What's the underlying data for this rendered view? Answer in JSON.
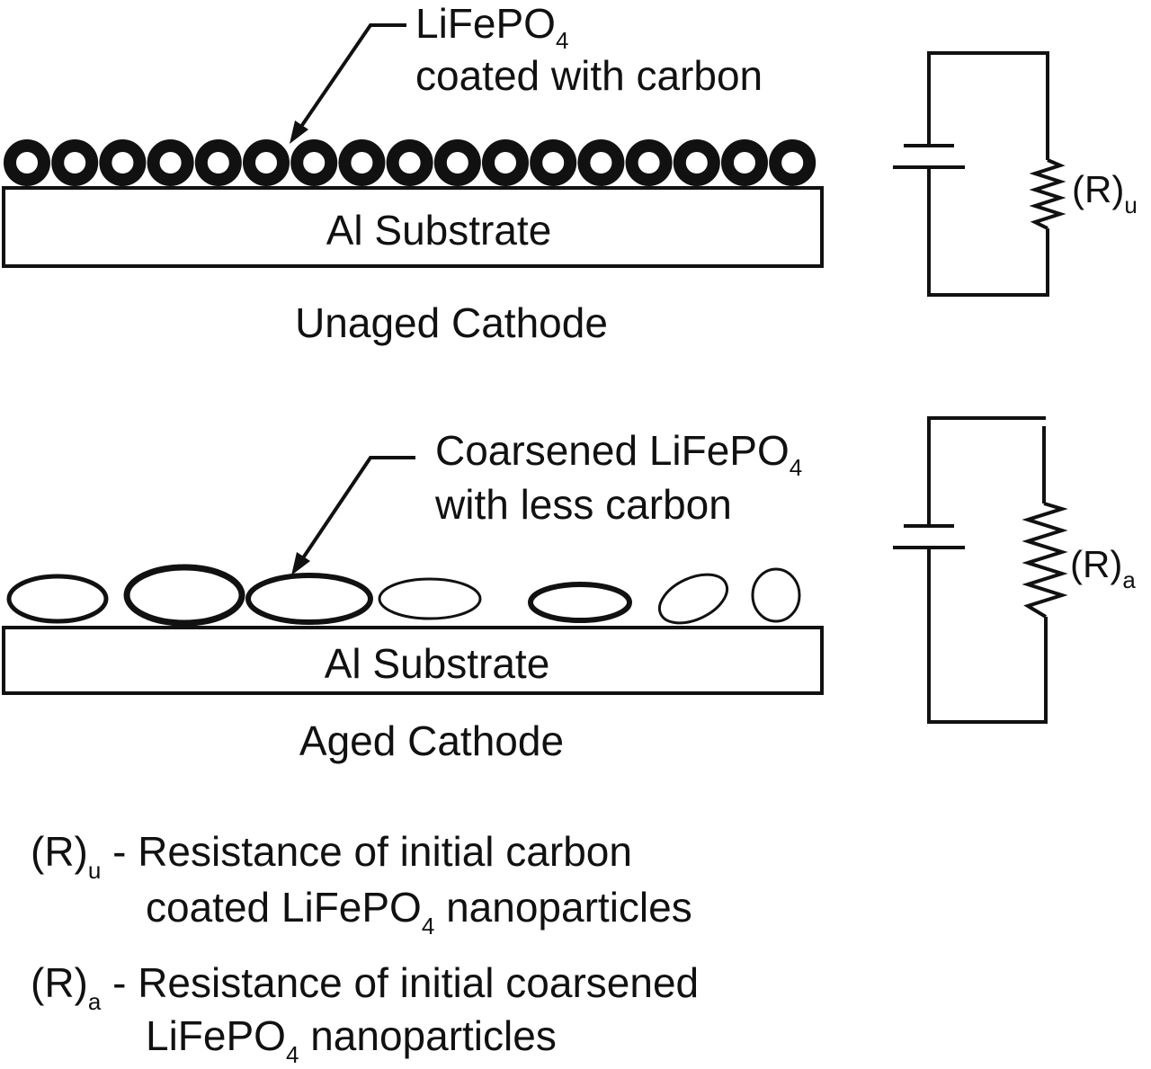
{
  "unaged": {
    "particle_label_line1": "LiFePO",
    "particle_label_sub": "4",
    "particle_label_line2": "coated with carbon",
    "substrate": "Al Substrate",
    "caption": "Unaged Cathode",
    "resistor_label": "(R)",
    "resistor_sub": "u"
  },
  "aged": {
    "particle_label_line1": "Coarsened LiFePO",
    "particle_label_sub": "4",
    "particle_label_line2": "with less carbon",
    "substrate": "Al Substrate",
    "caption": "Aged Cathode",
    "resistor_label": "(R)",
    "resistor_sub": "a"
  },
  "legend": {
    "u_symbol": "(R)",
    "u_sub": "u",
    "u_line1": " - Resistance of initial carbon",
    "u_line2_a": "coated LiFePO",
    "u_line2_sub": "4",
    "u_line2_b": " nanoparticles",
    "a_symbol": "(R)",
    "a_sub": "a",
    "a_line1": " - Resistance of initial coarsened",
    "a_line2_a": "LiFePO",
    "a_line2_sub": "4",
    "a_line2_b": " nanoparticles"
  },
  "colors": {
    "ink": "#111111",
    "background": "#ffffff"
  }
}
